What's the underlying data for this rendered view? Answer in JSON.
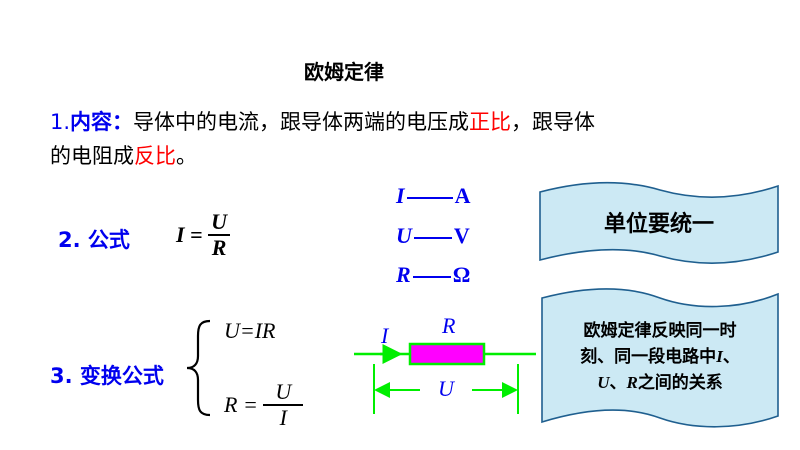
{
  "title": "欧姆定律",
  "content": {
    "number": "1.",
    "label": "内容：",
    "text_a": "导体中的电流，跟导体两端的电压成",
    "highlight_a": "正比",
    "text_b": "，跟导体",
    "text_c": "的电阻成",
    "highlight_b": "反比",
    "text_d": "。"
  },
  "formula": {
    "label": "2. 公式",
    "lhs": "I =",
    "numerator": "U",
    "denominator": "R"
  },
  "units": [
    {
      "symbol": "I",
      "unit": "A"
    },
    {
      "symbol": "U",
      "unit": "V"
    },
    {
      "symbol": "R",
      "unit": "Ω"
    }
  ],
  "unified_box": {
    "text": "单位要统一"
  },
  "transform": {
    "label": "3. 变换公式",
    "eq1": "U=IR",
    "eq2_lhs": "R =",
    "eq2_num": "U",
    "eq2_den": "I"
  },
  "circuit": {
    "current_label": "I",
    "resistor_label": "R",
    "voltage_label": "U"
  },
  "explain_box": {
    "line1": "欧姆定律反映同一时",
    "line2_a": "刻、同一段电路中",
    "line2_sym": "I",
    "line2_b": "、",
    "line3_sym1": "U",
    "line3_a": "、",
    "line3_sym2": "R",
    "line3_b": "之间的关系"
  },
  "colors": {
    "blue": "#0000ee",
    "red": "#ff0000",
    "wire_green": "#00ee00",
    "resistor_fill": "#ff00ff",
    "box_fill": "#cce9f4",
    "box_stroke": "#1f5f8f"
  }
}
